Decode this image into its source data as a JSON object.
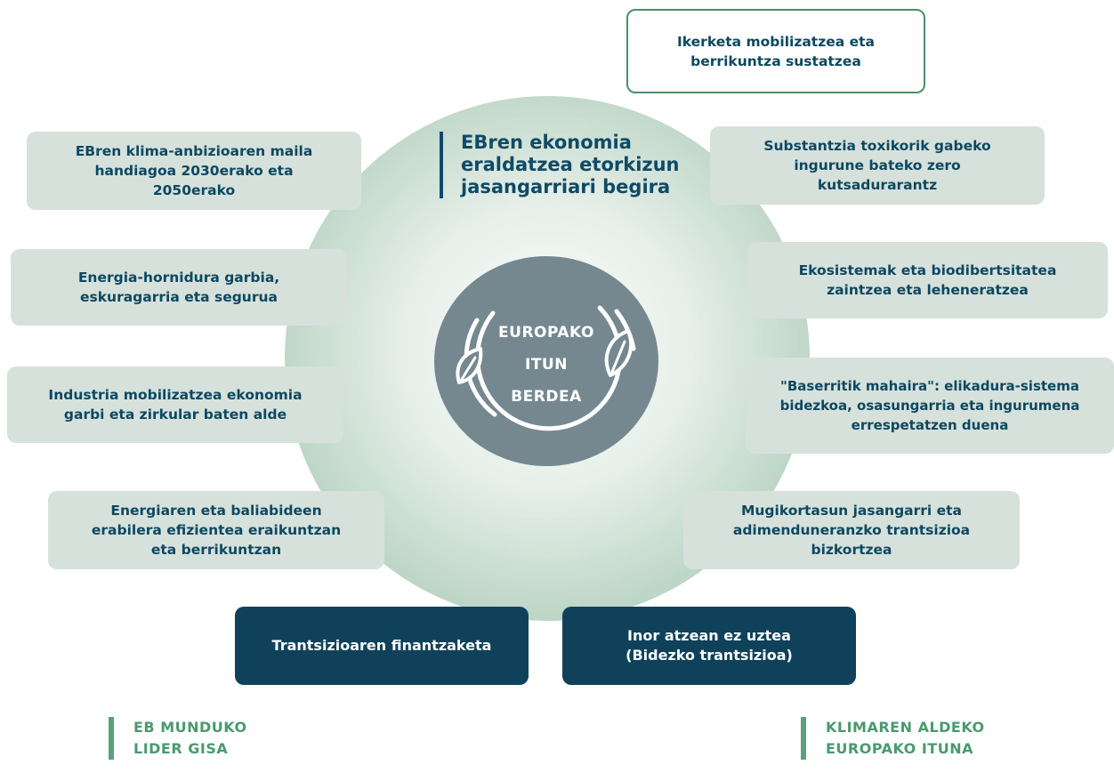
{
  "hub": {
    "lines": [
      "EUROPAKO",
      "ITUN",
      "BERDEA"
    ]
  },
  "central_heading": {
    "lines": [
      "EBren ekonomia",
      "eraldatzea etorkizun",
      "jasangarriari begira"
    ]
  },
  "boxes": {
    "research": {
      "lines": [
        "Ikerketa mobilizatzea eta",
        "berrikuntza sustatzea"
      ]
    },
    "climate": {
      "lines": [
        "EBren klima-anbizioaren maila",
        "handiagoa 2030erako eta",
        "2050erako"
      ]
    },
    "toxic": {
      "lines": [
        "Substantzia toxikorik gabeko",
        "ingurune bateko zero",
        "kutsadurarantz"
      ]
    },
    "energy": {
      "lines": [
        "Energia-hornidura garbia,",
        "eskuragarria eta segurua"
      ]
    },
    "ecosystems": {
      "lines": [
        "Ekosistemak eta biodibertsitatea",
        "zaintzea eta leheneratzea"
      ]
    },
    "industry": {
      "lines": [
        "Industria mobilizatzea ekonomia",
        "garbi eta zirkular baten alde"
      ]
    },
    "farm": {
      "lines": [
        "\"Baserritik mahaira\": elikadura-sistema",
        "bidezkoa, osasungarria eta ingurumena",
        "errespetatzen duena"
      ]
    },
    "buildings": {
      "lines": [
        "Energiaren eta baliabideen",
        "erabilera efizientea eraikuntzan",
        "eta berrikuntzan"
      ]
    },
    "mobility": {
      "lines": [
        "Mugikortasun jasangarri eta",
        "adimenduneranzko trantsizioa",
        "bizkortzea"
      ]
    },
    "financing": {
      "lines": [
        "Trantsizioaren finantzaketa"
      ]
    },
    "just": {
      "lines": [
        "Inor atzean ez uztea",
        "(Bidezko trantsizioa)"
      ]
    }
  },
  "footers": {
    "left": {
      "lines": [
        "EB munduko",
        "lider gisa"
      ]
    },
    "right": {
      "lines": [
        "Klimaren aldeko",
        "Europako ituna"
      ]
    }
  },
  "colors": {
    "navy": "#0f425a",
    "green": "#4a9a6f",
    "box_fill": "#d6e1dc",
    "hub_fill": "#76888f"
  },
  "icons": [
    "leaf-icon",
    "circular-arrows-icon"
  ]
}
